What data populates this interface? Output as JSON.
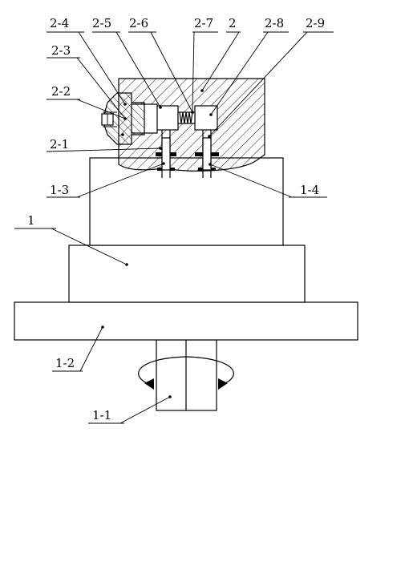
{
  "labels": {
    "l_2_4": "2-4",
    "l_2_5": "2-5",
    "l_2_6": "2-6",
    "l_2_7": "2-7",
    "l_2": "2",
    "l_2_8": "2-8",
    "l_2_9": "2-9",
    "l_2_3": "2-3",
    "l_2_2": "2-2",
    "l_2_1": "2-1",
    "l_1_3": "1-3",
    "l_1_4": "1-4",
    "l_1": "1",
    "l_1_2": "1-2",
    "l_1_1": "1-1"
  }
}
